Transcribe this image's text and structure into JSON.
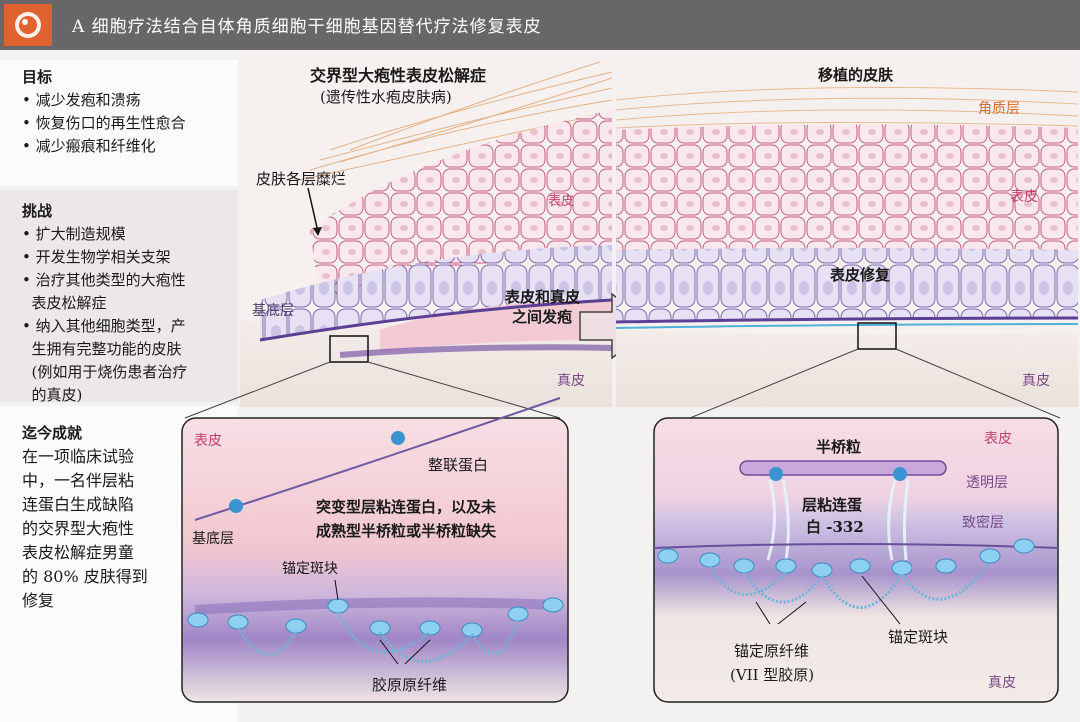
{
  "header": {
    "title": "A  细胞疗法结合自体角质细胞干细胞基因替代疗法修复表皮"
  },
  "goals": {
    "heading": "目标",
    "items": [
      "• 减少发疱和溃疡",
      "• 恢复伤口的再生性愈合",
      "• 减少瘢痕和纤维化"
    ]
  },
  "challenges": {
    "heading": "挑战",
    "items": [
      "• 扩大制造规模",
      "• 开发生物学相关支架",
      "• 治疗其他类型的大疱性",
      "  表皮松解症",
      "• 纳入其他细胞类型，产",
      "  生拥有完整功能的皮肤",
      "  (例如用于烧伤患者治疗",
      "  的真皮)"
    ]
  },
  "achievements": {
    "heading": "迄今成就",
    "lines": [
      "在一项临床试验",
      "中，一名伴层粘",
      "连蛋白生成缺陷",
      "的交界型大疱性",
      "表皮松解症男童",
      "的 80% 皮肤得到",
      "修复"
    ]
  },
  "left_diagram": {
    "title": "交界型大疱性表皮松解症",
    "subtitle": "(遗传性水疱皮肤病)",
    "erosion": "皮肤各层糜烂",
    "epidermis": "表皮",
    "basal": "基底层",
    "blister": [
      "表皮和真皮",
      "之间发疱"
    ],
    "dermis": "真皮"
  },
  "right_diagram": {
    "title": "移植的皮肤",
    "stratum": "角质层",
    "epidermis": "表皮",
    "repair": "表皮修复",
    "dermis": "真皮"
  },
  "left_inset": {
    "epidermis": "表皮",
    "integrin": "整联蛋白",
    "basal": "基底层",
    "mutation": [
      "突变型层粘连蛋白，以及未",
      "成熟型半桥粒或半桥粒缺失"
    ],
    "plaque": "锚定斑块",
    "collagen": "胶原原纤维"
  },
  "right_inset": {
    "hemidesmosome": "半桥粒",
    "epidermis": "表皮",
    "lucida": "透明层",
    "laminin": [
      "层粘连蛋",
      "白 -332"
    ],
    "densa": "致密层",
    "fibril": [
      "锚定原纤维",
      "(VII 型胶原)"
    ],
    "plaque": "锚定斑块",
    "dermis": "真皮"
  }
}
